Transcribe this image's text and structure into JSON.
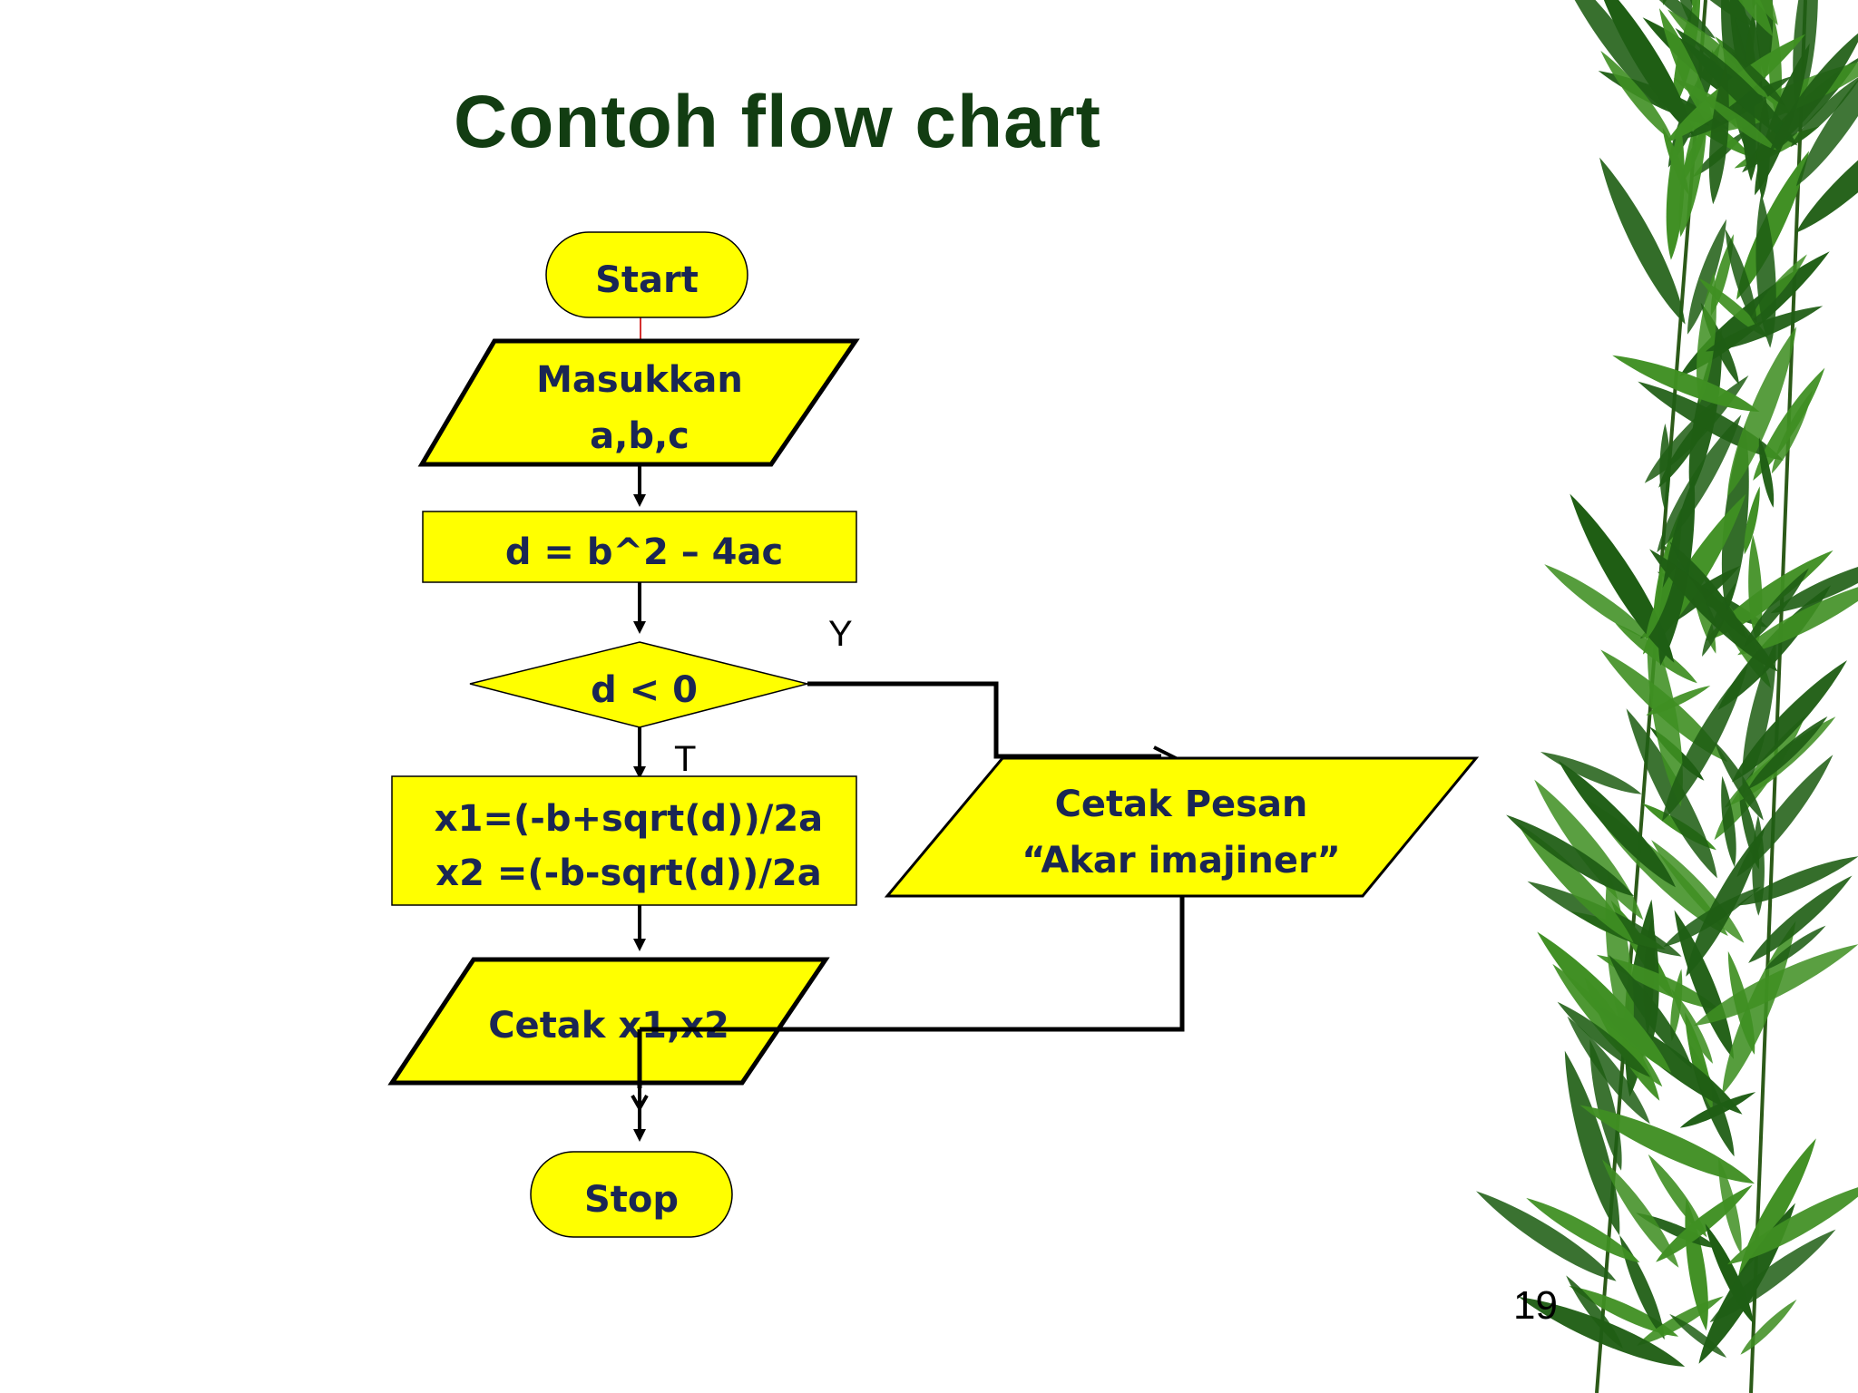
{
  "slide": {
    "title": "Contoh flow chart",
    "page_number": "19"
  },
  "colors": {
    "title": "#123d12",
    "node_fill": "#ffff00",
    "node_text": "#1a2654",
    "line": "#000000",
    "leaf_dark": "#1f5e14",
    "leaf_light": "#3f8f22"
  },
  "flowchart": {
    "start": "Start",
    "input_line1": "Masukkan",
    "input_line2": "a,b,c",
    "process_d": "d = b^2 – 4ac",
    "decision": "d < 0",
    "yes_label": "Y",
    "no_label": "T",
    "compute_line1": "x1=(-b+sqrt(d))/2a",
    "compute_line2": "x2 =(-b-sqrt(d))/2a",
    "message_line1": "Cetak Pesan",
    "message_line2": "“Akar imajiner”",
    "print_roots": "Cetak x1,x2",
    "stop": "Stop"
  },
  "decoration": {
    "image": "bamboo-leaves"
  }
}
